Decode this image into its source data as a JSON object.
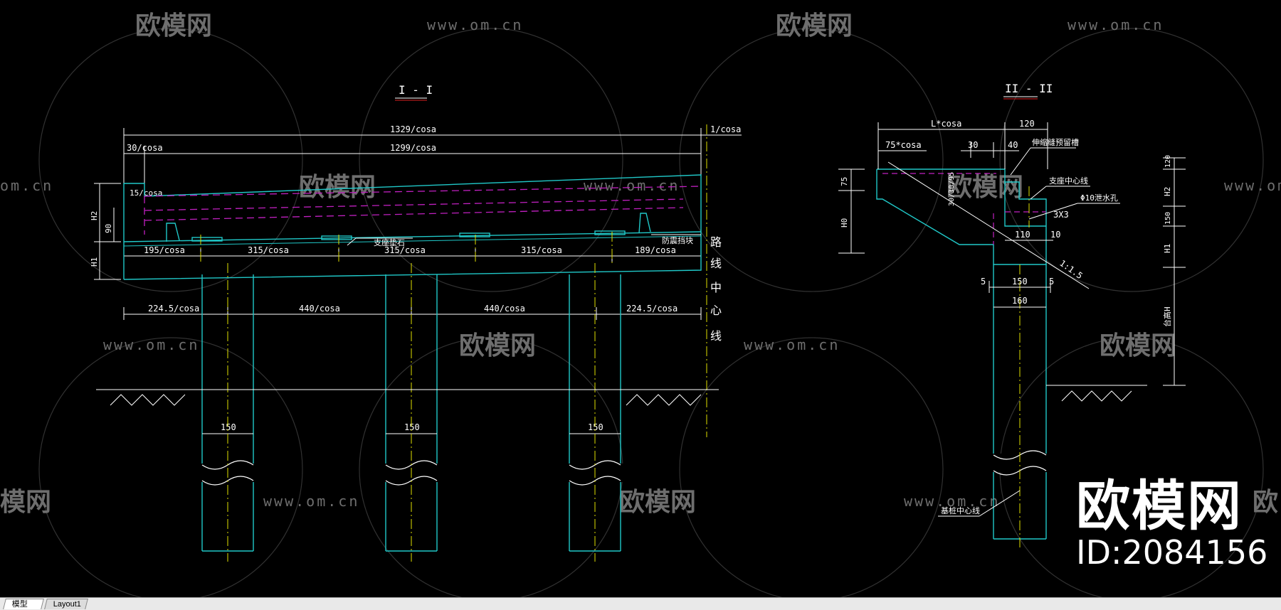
{
  "sections": {
    "section1_title": "I - I",
    "section2_title": "II - II"
  },
  "dims1": {
    "total_top": "1329/cosa",
    "right_top": "1/cosa",
    "left_30": "30/cosa",
    "main_1299": "1299/cosa",
    "d15": "15/cosa",
    "h2": "H2",
    "d90": "90",
    "h1": "H1",
    "b195": "195/cosa",
    "b315a": "315/cosa",
    "b315b": "315/cosa",
    "b315c": "315/cosa",
    "b189": "189/cosa",
    "p224a": "224.5/cosa",
    "p440a": "440/cosa",
    "p440b": "440/cosa",
    "p224b": "224.5/cosa",
    "pile1": "150",
    "pile2": "150",
    "pile3": "150"
  },
  "labels1": {
    "bearing_pad": "支座垫石",
    "seismic_block": "防震挡块",
    "road_center": [
      "路",
      "线",
      "中",
      "心",
      "线"
    ]
  },
  "dims2": {
    "lcosa": "L*cosa",
    "d120": "120",
    "d75cosa": "75*cosa",
    "d30": "30",
    "d40": "40",
    "d75": "75",
    "h0": "H0",
    "slope_text": "30/30/95",
    "d110": "110",
    "d10": "10",
    "d3x3": "3X3",
    "slope": "1:1.5",
    "d5a": "5",
    "d150": "150",
    "d5b": "5",
    "d160": "160",
    "r120": "120",
    "rh2": "H2",
    "r150": "150",
    "rh1": "H1",
    "rh": "台高H"
  },
  "labels2": {
    "expansion_slot": "伸缩缝预留槽",
    "bearing_center": "支座中心线",
    "drain_hole": "Φ10泄水孔",
    "pile_center": "基桩中心线"
  },
  "watermark": {
    "brand": "欧模网",
    "url": "www.om.cn",
    "url_left_edge": "om.cn",
    "brand_left_edge": "模网",
    "brand_right_edge": "欧"
  },
  "brand": {
    "title": "欧模网",
    "id": "ID:2084156"
  },
  "tabs": {
    "model": "模型",
    "layout": "Layout1"
  },
  "colors": {
    "background": "#000000",
    "cyan": "#20c8c8",
    "white": "#ffffff",
    "magenta": "#c020c0",
    "yellow": "#e0e000",
    "red": "#e02020",
    "green": "#20c020",
    "watermark": "#6a6a6a"
  }
}
